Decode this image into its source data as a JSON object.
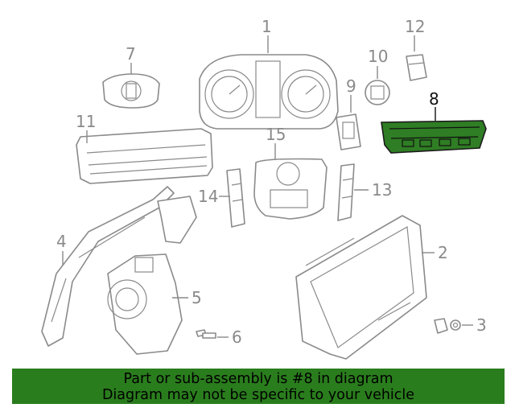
{
  "callouts": [
    {
      "id": "1",
      "label": "1"
    },
    {
      "id": "2",
      "label": "2"
    },
    {
      "id": "3",
      "label": "3"
    },
    {
      "id": "4",
      "label": "4"
    },
    {
      "id": "5",
      "label": "5"
    },
    {
      "id": "6",
      "label": "6"
    },
    {
      "id": "7",
      "label": "7"
    },
    {
      "id": "8",
      "label": "8",
      "highlighted": true
    },
    {
      "id": "9",
      "label": "9"
    },
    {
      "id": "10",
      "label": "10"
    },
    {
      "id": "11",
      "label": "11"
    },
    {
      "id": "12",
      "label": "12"
    },
    {
      "id": "13",
      "label": "13"
    },
    {
      "id": "14",
      "label": "14"
    },
    {
      "id": "15",
      "label": "15"
    }
  ],
  "banner": {
    "line1": "Part or sub-assembly is #8 in diagram",
    "line2": "Diagram may not be specific to your vehicle"
  },
  "colors": {
    "highlight_part": "#2f7d24",
    "banner_bg": "#2a7d1d",
    "line_art": "#8a8a8a"
  }
}
